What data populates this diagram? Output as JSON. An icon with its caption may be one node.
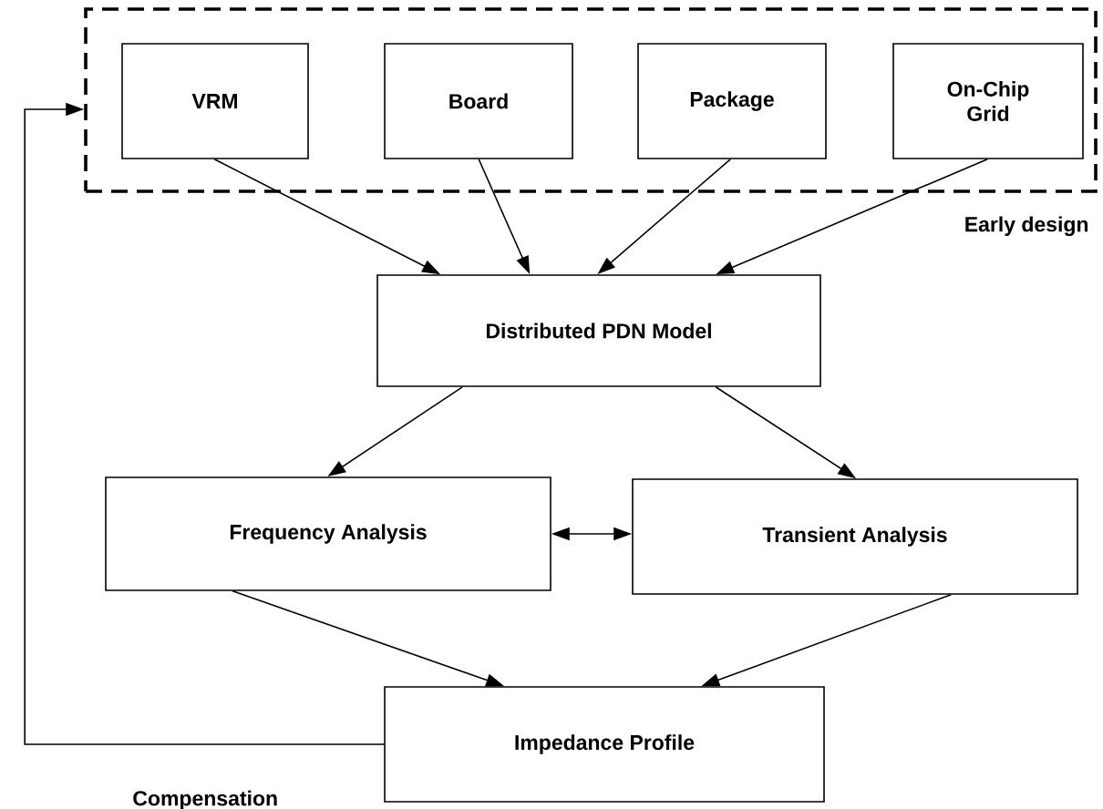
{
  "diagram": {
    "nodes": [
      {
        "text": [
          "Early design"
        ]
      },
      {
        "text": [
          "VRM"
        ],
        "in": 0
      },
      {
        "text": [
          "Board"
        ],
        "in": 0
      },
      {
        "text": [
          "Package"
        ],
        "in": 0
      },
      {
        "text": [
          "On-Chip Grid"
        ],
        "in": 0
      },
      {
        "text": [
          "Distributed PDN Model"
        ]
      },
      {
        "text": [
          "Frequency Analysis"
        ]
      },
      {
        "text": [
          "Transient Analysis"
        ]
      },
      {
        "text": [
          "Impedance Profile"
        ]
      }
    ],
    "edges": [
      {
        "from": 1,
        "to": 5,
        "arrow": "to"
      },
      {
        "from": 2,
        "to": 5,
        "arrow": "to"
      },
      {
        "from": 3,
        "to": 5,
        "arrow": "to"
      },
      {
        "from": 4,
        "to": 5,
        "arrow": "to"
      },
      {
        "from": 5,
        "to": 6,
        "arrow": "to"
      },
      {
        "from": 5,
        "to": 7,
        "arrow": "to"
      },
      {
        "from": 6,
        "to": 7,
        "arrow": "both"
      },
      {
        "from": 6,
        "to": 8,
        "arrow": "to"
      },
      {
        "from": 7,
        "to": 8,
        "arrow": "to"
      },
      {
        "from": 8,
        "to": 0,
        "arrow": "to",
        "label": "Compensation"
      }
    ]
  }
}
